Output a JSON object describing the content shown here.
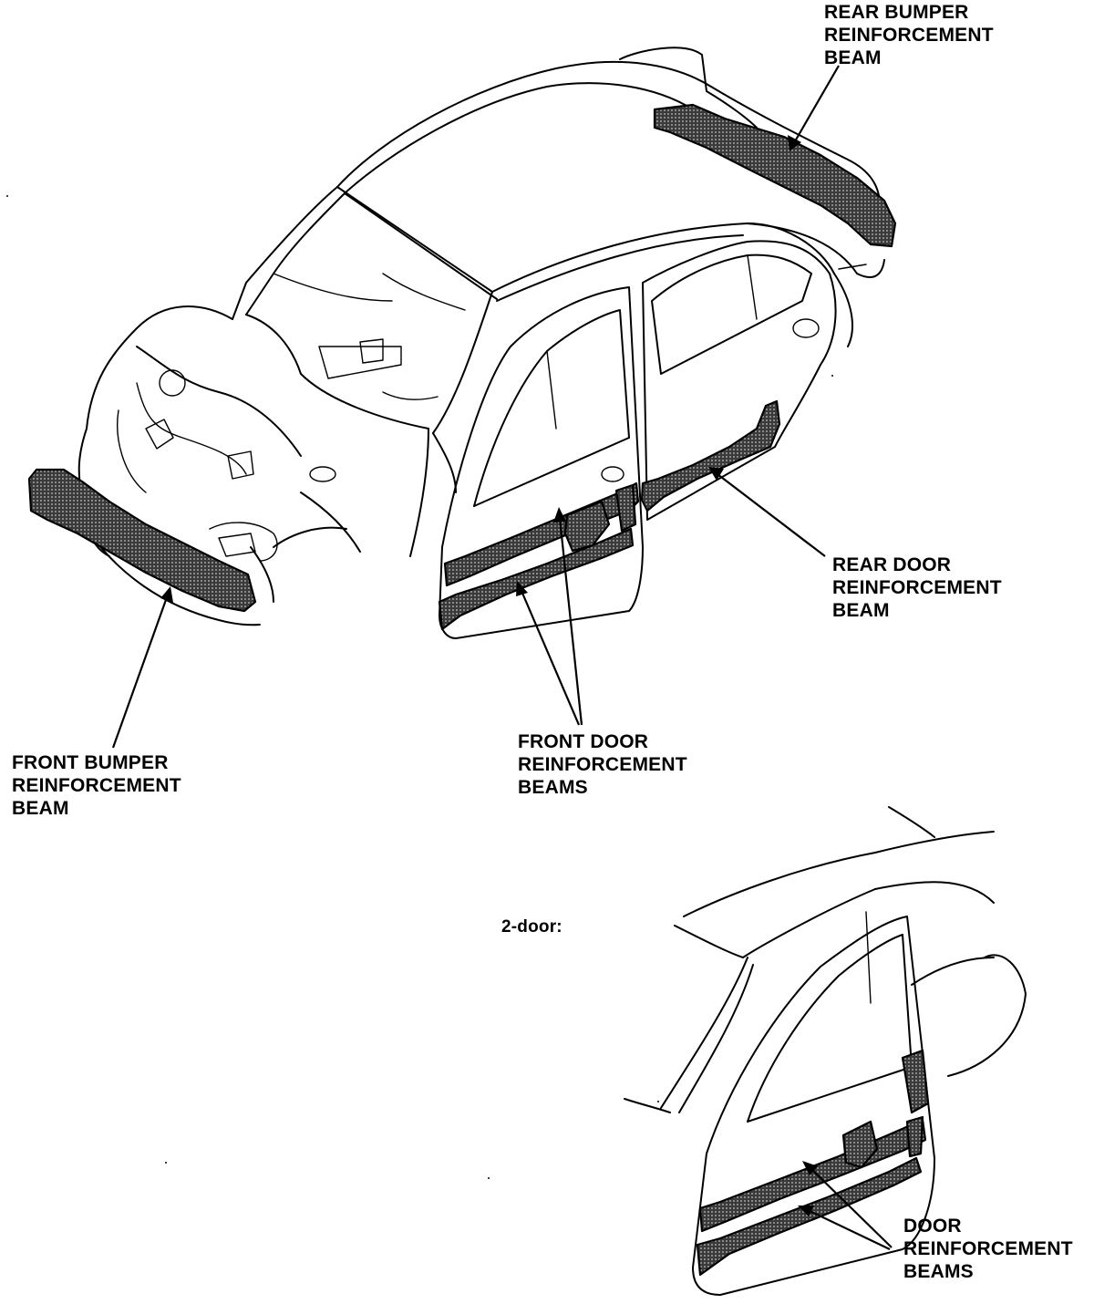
{
  "labels": {
    "rear_bumper": [
      "REAR BUMPER",
      "REINFORCEMENT",
      "BEAM"
    ],
    "rear_door": [
      "REAR DOOR",
      "REINFORCEMENT",
      "BEAM"
    ],
    "front_bumper": [
      "FRONT BUMPER",
      "REINFORCEMENT",
      "BEAM"
    ],
    "front_door": [
      "FRONT DOOR",
      "REINFORCEMENT",
      "BEAMS"
    ],
    "two_door": "2-door:",
    "door_beams": [
      "DOOR",
      "REINFORCEMENT",
      "BEAMS"
    ]
  },
  "colors": {
    "line": "#000000",
    "beam_fill": "#555555",
    "background": "#ffffff"
  }
}
